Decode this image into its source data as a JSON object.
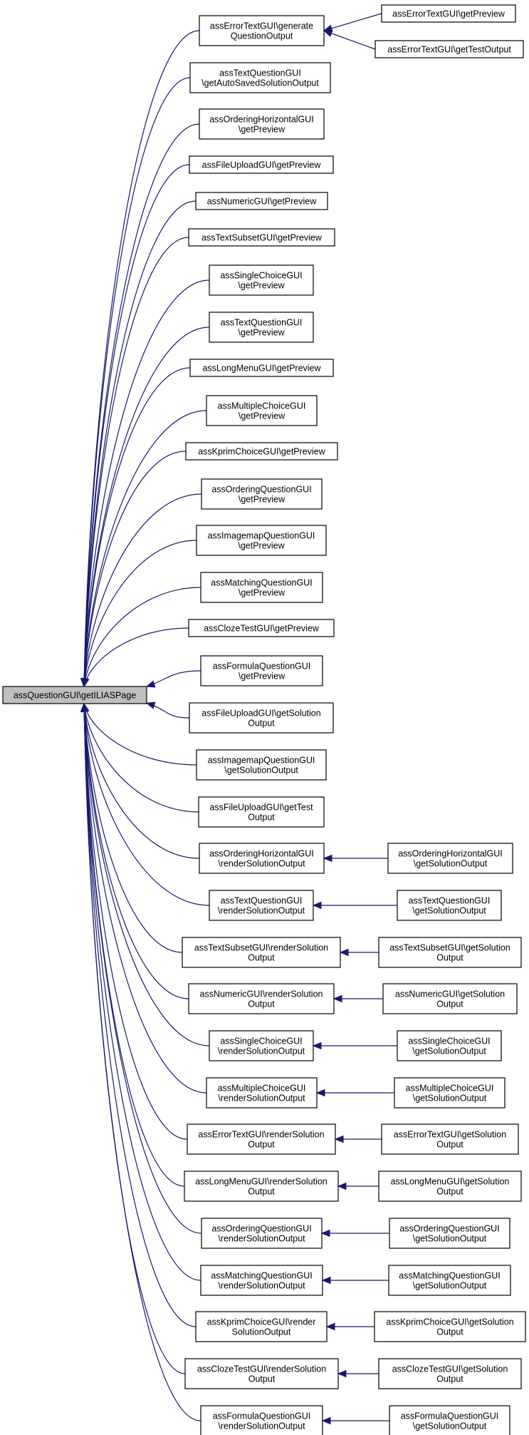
{
  "root": {
    "id": "root",
    "lines": [
      "assQuestionGUI\\getILIASPage"
    ]
  },
  "callers": [
    {
      "id": "n1",
      "lines": [
        "assErrorTextGUI\\generate",
        "QuestionOutput"
      ]
    },
    {
      "id": "n2",
      "lines": [
        "assTextQuestionGUI",
        "\\getAutoSavedSolutionOutput"
      ]
    },
    {
      "id": "n3",
      "lines": [
        "assOrderingHorizontalGUI",
        "\\getPreview"
      ]
    },
    {
      "id": "n4",
      "lines": [
        "assFileUploadGUI\\getPreview"
      ]
    },
    {
      "id": "n5",
      "lines": [
        "assNumericGUI\\getPreview"
      ]
    },
    {
      "id": "n6",
      "lines": [
        "assTextSubsetGUI\\getPreview"
      ]
    },
    {
      "id": "n7",
      "lines": [
        "assSingleChoiceGUI",
        "\\getPreview"
      ]
    },
    {
      "id": "n8",
      "lines": [
        "assTextQuestionGUI",
        "\\getPreview"
      ]
    },
    {
      "id": "n9",
      "lines": [
        "assLongMenuGUI\\getPreview"
      ]
    },
    {
      "id": "n10",
      "lines": [
        "assMultipleChoiceGUI",
        "\\getPreview"
      ]
    },
    {
      "id": "n11",
      "lines": [
        "assKprimChoiceGUI\\getPreview"
      ]
    },
    {
      "id": "n12",
      "lines": [
        "assOrderingQuestionGUI",
        "\\getPreview"
      ]
    },
    {
      "id": "n13",
      "lines": [
        "assImagemapQuestionGUI",
        "\\getPreview"
      ]
    },
    {
      "id": "n14",
      "lines": [
        "assMatchingQuestionGUI",
        "\\getPreview"
      ]
    },
    {
      "id": "n15",
      "lines": [
        "assClozeTestGUI\\getPreview"
      ]
    },
    {
      "id": "n16",
      "lines": [
        "assFormulaQuestionGUI",
        "\\getPreview"
      ]
    },
    {
      "id": "n17",
      "lines": [
        "assFileUploadGUI\\getSolution",
        "Output"
      ]
    },
    {
      "id": "n18",
      "lines": [
        "assImagemapQuestionGUI",
        "\\getSolutionOutput"
      ]
    },
    {
      "id": "n19",
      "lines": [
        "assFileUploadGUI\\getTest",
        "Output"
      ]
    },
    {
      "id": "n20",
      "lines": [
        "assOrderingHorizontalGUI",
        "\\renderSolutionOutput"
      ]
    },
    {
      "id": "n21",
      "lines": [
        "assTextQuestionGUI",
        "\\renderSolutionOutput"
      ]
    },
    {
      "id": "n22",
      "lines": [
        "assTextSubsetGUI\\renderSolution",
        "Output"
      ]
    },
    {
      "id": "n23",
      "lines": [
        "assNumericGUI\\renderSolution",
        "Output"
      ]
    },
    {
      "id": "n24",
      "lines": [
        "assSingleChoiceGUI",
        "\\renderSolutionOutput"
      ]
    },
    {
      "id": "n25",
      "lines": [
        "assMultipleChoiceGUI",
        "\\renderSolutionOutput"
      ]
    },
    {
      "id": "n26",
      "lines": [
        "assErrorTextGUI\\renderSolution",
        "Output"
      ]
    },
    {
      "id": "n27",
      "lines": [
        "assLongMenuGUI\\renderSolution",
        "Output"
      ]
    },
    {
      "id": "n28",
      "lines": [
        "assOrderingQuestionGUI",
        "\\renderSolutionOutput"
      ]
    },
    {
      "id": "n29",
      "lines": [
        "assMatchingQuestionGUI",
        "\\renderSolutionOutput"
      ]
    },
    {
      "id": "n30",
      "lines": [
        "assKprimChoiceGUI\\render",
        "SolutionOutput"
      ]
    },
    {
      "id": "n31",
      "lines": [
        "assClozeTestGUI\\renderSolution",
        "Output"
      ]
    },
    {
      "id": "n32",
      "lines": [
        "assFormulaQuestionGUI",
        "\\renderSolutionOutput"
      ]
    }
  ],
  "outer_callers": [
    {
      "id": "o1a",
      "target": "n1",
      "lines": [
        "assErrorTextGUI\\getPreview"
      ]
    },
    {
      "id": "o1b",
      "target": "n1",
      "lines": [
        "assErrorTextGUI\\getTestOutput"
      ]
    },
    {
      "id": "o20",
      "target": "n20",
      "lines": [
        "assOrderingHorizontalGUI",
        "\\getSolutionOutput"
      ]
    },
    {
      "id": "o21",
      "target": "n21",
      "lines": [
        "assTextQuestionGUI",
        "\\getSolutionOutput"
      ]
    },
    {
      "id": "o22",
      "target": "n22",
      "lines": [
        "assTextSubsetGUI\\getSolution",
        "Output"
      ]
    },
    {
      "id": "o23",
      "target": "n23",
      "lines": [
        "assNumericGUI\\getSolution",
        "Output"
      ]
    },
    {
      "id": "o24",
      "target": "n24",
      "lines": [
        "assSingleChoiceGUI",
        "\\getSolutionOutput"
      ]
    },
    {
      "id": "o25",
      "target": "n25",
      "lines": [
        "assMultipleChoiceGUI",
        "\\getSolutionOutput"
      ]
    },
    {
      "id": "o26",
      "target": "n26",
      "lines": [
        "assErrorTextGUI\\getSolution",
        "Output"
      ]
    },
    {
      "id": "o27",
      "target": "n27",
      "lines": [
        "assLongMenuGUI\\getSolution",
        "Output"
      ]
    },
    {
      "id": "o28",
      "target": "n28",
      "lines": [
        "assOrderingQuestionGUI",
        "\\getSolutionOutput"
      ]
    },
    {
      "id": "o29",
      "target": "n29",
      "lines": [
        "assMatchingQuestionGUI",
        "\\getSolutionOutput"
      ]
    },
    {
      "id": "o30",
      "target": "n30",
      "lines": [
        "assKprimChoiceGUI\\getSolution",
        "Output"
      ]
    },
    {
      "id": "o31",
      "target": "n31",
      "lines": [
        "assClozeTestGUI\\getSolution",
        "Output"
      ]
    },
    {
      "id": "o32",
      "target": "n32",
      "lines": [
        "assFormulaQuestionGUI",
        "\\getSolutionOutput"
      ]
    }
  ],
  "colors": {
    "edge": "#191970",
    "root_fill": "#bfbfbf",
    "node_fill": "#ffffff",
    "node_border": "#000000"
  }
}
